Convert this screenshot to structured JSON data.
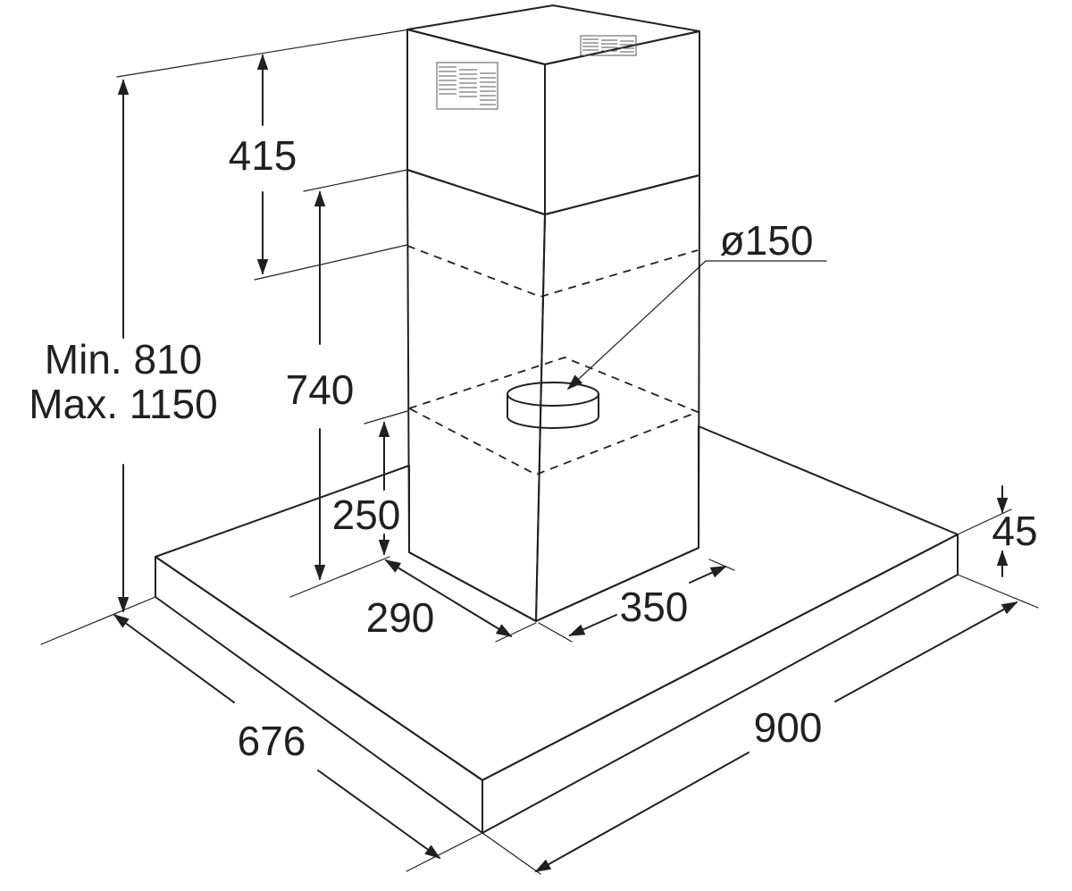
{
  "dimensions": {
    "chimney_top_height": "415",
    "min_height": "Min. 810",
    "max_height": "Max. 1150",
    "chimney_bottom_height": "740",
    "duct_height": "250",
    "duct_diameter": "ø150",
    "canopy_thickness": "45",
    "chimney_depth": "290",
    "chimney_width": "350",
    "canopy_depth": "676",
    "canopy_width": "900"
  },
  "colors": {
    "line": "#231f20",
    "background": "#ffffff"
  }
}
